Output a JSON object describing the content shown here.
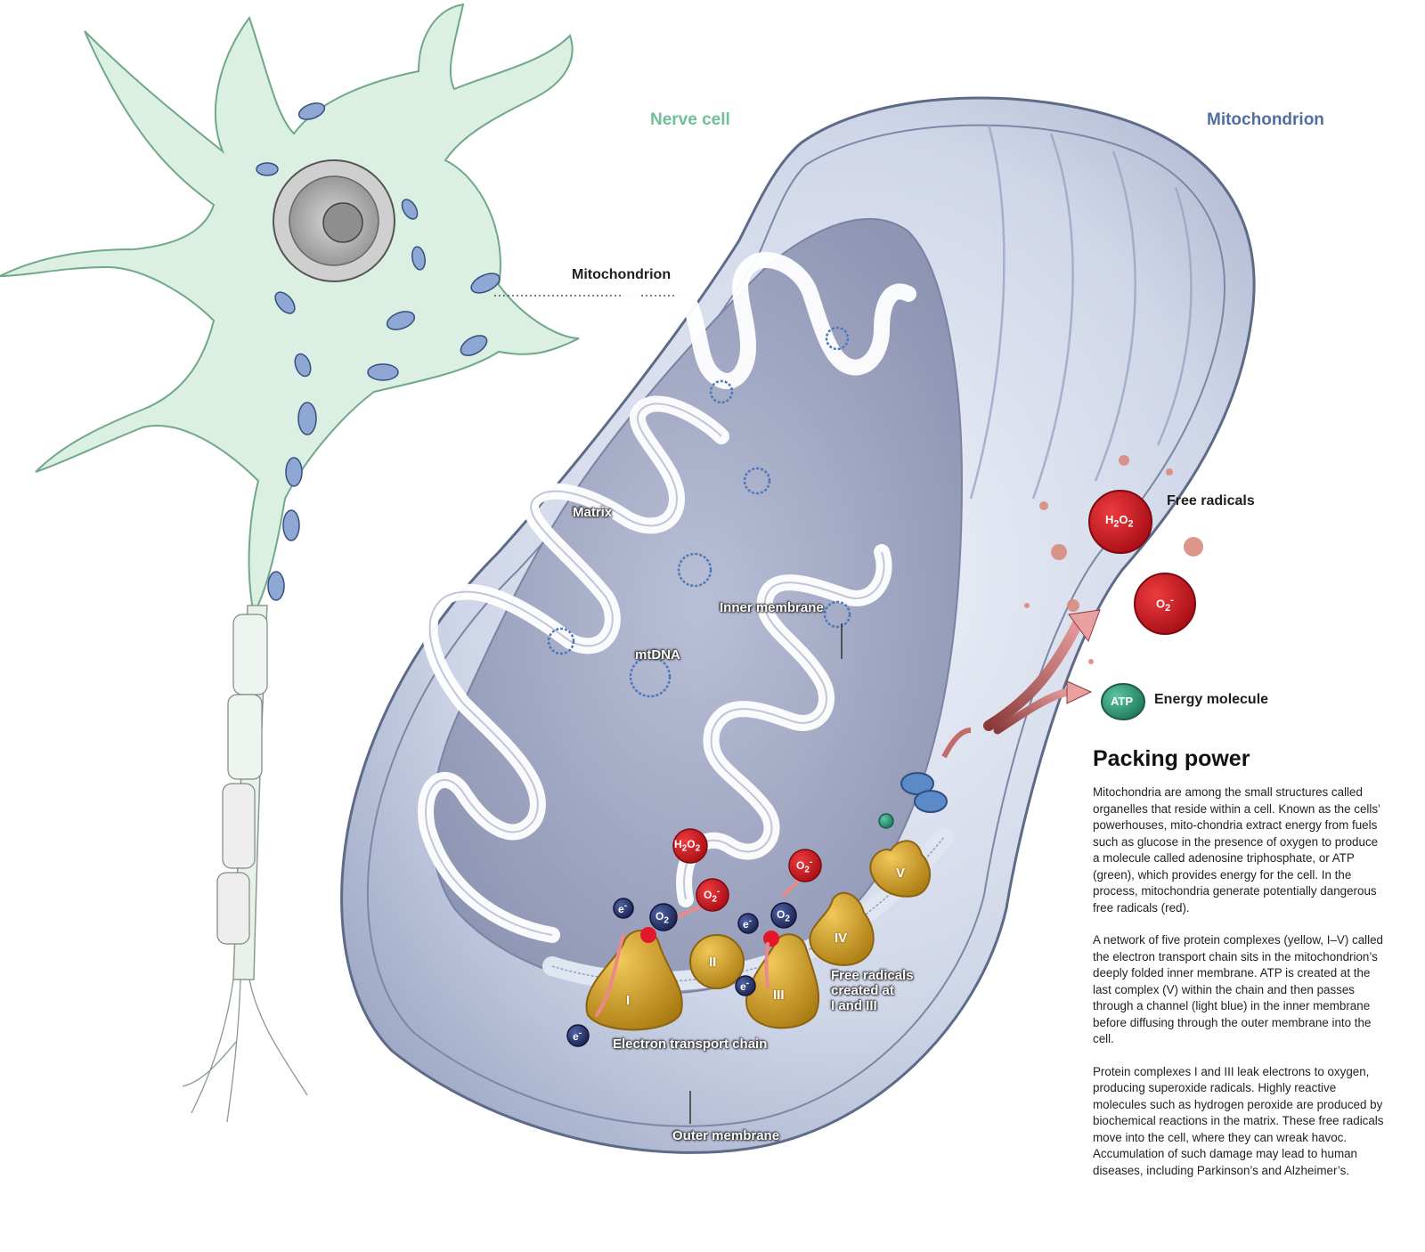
{
  "labels": {
    "nerve_cell": "Nerve cell",
    "mitochondrion_header": "Mitochondrion",
    "mitochondrion_callout": "Mitochondrion",
    "matrix": "Matrix",
    "inner_membrane": "Inner membrane",
    "mtdna": "mtDNA",
    "outer_membrane": "Outer membrane",
    "electron_transport_chain": "Electron transport chain",
    "free_radicals_created": [
      "Free radicals",
      "created at",
      "I and III"
    ]
  },
  "complexes": [
    "I",
    "II",
    "III",
    "IV",
    "V"
  ],
  "molecules": {
    "electron": "e",
    "electron_sup": "-",
    "oxygen_base": "O",
    "oxygen_sub": "2",
    "superoxide_sup": "-",
    "peroxide_h": "H",
    "peroxide_sub": "2",
    "peroxide_o": "O"
  },
  "legend": {
    "free_radicals": "Free radicals",
    "energy_molecule": "Energy molecule",
    "atp": "ATP"
  },
  "panel": {
    "title": "Packing power",
    "paragraphs": [
      "Mitochondria are among the small structures called organelles that reside within a cell. Known as the cells’ powerhouses, mito-chondria extract energy from fuels such as glucose in the presence of oxygen to produce a molecule called adenosine triphosphate, or ATP (green), which provides energy for the cell. In the process, mitochondria generate potentially dangerous free radicals (red).",
      "A network of five protein complexes (yellow, I–V) called the electron transport chain sits in the mitochondrion’s deeply folded inner membrane. ATP is created at the last complex (V) within the chain and then passes through a channel (light blue) in the inner membrane before diffusing through the outer membrane into the cell.",
      "Protein complexes I and III leak electrons to oxygen, producing superoxide radicals. Highly reactive molecules such as hydrogen peroxide are produced by biochemical reactions in the matrix. These free radicals move into the cell, where they can wreak havoc. Accumulation of such damage may lead to human diseases, including Parkinson’s and Alzheimer’s."
    ]
  },
  "colors": {
    "nerve_green": "#6fbf97",
    "mito_blue": "#4f6fa3",
    "radical_red": "#c8141d",
    "atp_green": "#3c9e80",
    "complex_yellow": "#c99a1e",
    "electron_navy": "#2d3a6e"
  }
}
